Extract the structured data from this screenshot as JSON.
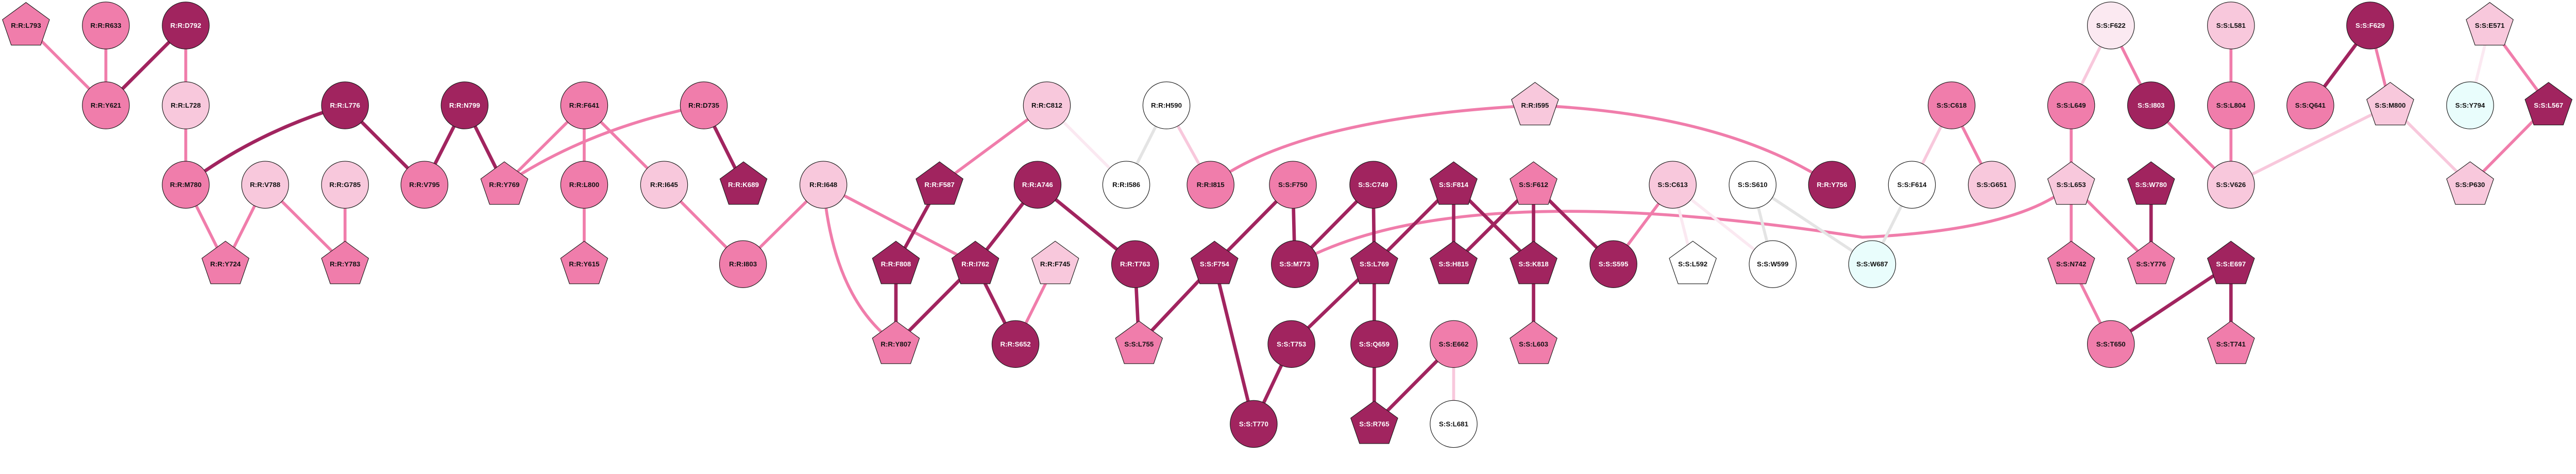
{
  "colors": {
    "dark": "#a1245f",
    "medium": "#f07dab",
    "light": "#f8c8dc",
    "vlight": "#fbe9f1",
    "white": "#ffffff",
    "cyan": "#e9fdfc",
    "grey": "#e4e4e4",
    "text_dark": "#111111",
    "text_light": "#ffffff"
  },
  "nodes": [
    {
      "id": "R:R:L793",
      "shape": "pentagon",
      "shade": "medium"
    },
    {
      "id": "R:R:R633",
      "shape": "circle",
      "shade": "medium"
    },
    {
      "id": "R:R:D792",
      "shape": "circle",
      "shade": "dark"
    },
    {
      "id": "R:R:Y621",
      "shape": "circle",
      "shade": "medium"
    },
    {
      "id": "R:R:L728",
      "shape": "circle",
      "shade": "light"
    },
    {
      "id": "R:R:L776",
      "shape": "circle",
      "shade": "dark"
    },
    {
      "id": "R:R:M780",
      "shape": "circle",
      "shade": "medium"
    },
    {
      "id": "R:R:V788",
      "shape": "circle",
      "shade": "light"
    },
    {
      "id": "R:R:G785",
      "shape": "circle",
      "shade": "light"
    },
    {
      "id": "R:R:V795",
      "shape": "circle",
      "shade": "medium"
    },
    {
      "id": "R:R:Y724",
      "shape": "pentagon",
      "shade": "medium"
    },
    {
      "id": "R:R:Y783",
      "shape": "pentagon",
      "shade": "medium"
    },
    {
      "id": "R:R:N799",
      "shape": "circle",
      "shade": "dark"
    },
    {
      "id": "R:R:Y769",
      "shape": "pentagon",
      "shade": "medium"
    },
    {
      "id": "R:R:F641",
      "shape": "circle",
      "shade": "medium"
    },
    {
      "id": "R:R:L800",
      "shape": "circle",
      "shade": "medium"
    },
    {
      "id": "R:R:Y615",
      "shape": "pentagon",
      "shade": "medium"
    },
    {
      "id": "R:R:D735",
      "shape": "circle",
      "shade": "medium"
    },
    {
      "id": "R:R:I645",
      "shape": "circle",
      "shade": "light"
    },
    {
      "id": "R:R:K689",
      "shape": "pentagon",
      "shade": "dark"
    },
    {
      "id": "R:R:I648",
      "shape": "circle",
      "shade": "light"
    },
    {
      "id": "R:R:I803",
      "shape": "circle",
      "shade": "medium"
    },
    {
      "id": "R:R:C812",
      "shape": "circle",
      "shade": "light"
    },
    {
      "id": "R:R:H590",
      "shape": "circle",
      "shade": "white"
    },
    {
      "id": "R:R:F587",
      "shape": "pentagon",
      "shade": "dark"
    },
    {
      "id": "R:R:A746",
      "shape": "circle",
      "shade": "dark"
    },
    {
      "id": "R:R:I586",
      "shape": "circle",
      "shade": "white"
    },
    {
      "id": "R:R:I815",
      "shape": "circle",
      "shade": "medium"
    },
    {
      "id": "S:S:F750",
      "shape": "circle",
      "shade": "medium"
    },
    {
      "id": "R:R:F808",
      "shape": "pentagon",
      "shade": "dark"
    },
    {
      "id": "R:R:I762",
      "shape": "pentagon",
      "shade": "dark"
    },
    {
      "id": "R:R:F745",
      "shape": "pentagon",
      "shade": "light"
    },
    {
      "id": "R:R:T763",
      "shape": "circle",
      "shade": "dark"
    },
    {
      "id": "S:S:F754",
      "shape": "pentagon",
      "shade": "dark"
    },
    {
      "id": "S:S:M773",
      "shape": "circle",
      "shade": "dark"
    },
    {
      "id": "R:R:Y807",
      "shape": "pentagon",
      "shade": "medium"
    },
    {
      "id": "R:R:S652",
      "shape": "circle",
      "shade": "dark"
    },
    {
      "id": "S:S:L755",
      "shape": "pentagon",
      "shade": "medium"
    },
    {
      "id": "S:S:T753",
      "shape": "circle",
      "shade": "dark"
    },
    {
      "id": "S:S:T770",
      "shape": "circle",
      "shade": "dark"
    },
    {
      "id": "R:R:I595",
      "shape": "pentagon",
      "shade": "light"
    },
    {
      "id": "S:S:C749",
      "shape": "circle",
      "shade": "dark"
    },
    {
      "id": "S:S:F814",
      "shape": "pentagon",
      "shade": "dark"
    },
    {
      "id": "S:S:F612",
      "shape": "pentagon",
      "shade": "medium"
    },
    {
      "id": "S:S:C613",
      "shape": "circle",
      "shade": "light"
    },
    {
      "id": "S:S:S610",
      "shape": "circle",
      "shade": "white"
    },
    {
      "id": "S:S:L769",
      "shape": "pentagon",
      "shade": "dark"
    },
    {
      "id": "S:S:H815",
      "shape": "pentagon",
      "shade": "dark"
    },
    {
      "id": "S:S:K818",
      "shape": "pentagon",
      "shade": "dark"
    },
    {
      "id": "S:S:S595",
      "shape": "circle",
      "shade": "dark"
    },
    {
      "id": "S:S:L592",
      "shape": "pentagon",
      "shade": "white"
    },
    {
      "id": "S:S:W599",
      "shape": "circle",
      "shade": "white"
    },
    {
      "id": "S:S:Q659",
      "shape": "circle",
      "shade": "dark"
    },
    {
      "id": "S:S:E662",
      "shape": "circle",
      "shade": "medium"
    },
    {
      "id": "S:S:L603",
      "shape": "pentagon",
      "shade": "medium"
    },
    {
      "id": "S:S:R765",
      "shape": "pentagon",
      "shade": "dark"
    },
    {
      "id": "S:S:L681",
      "shape": "circle",
      "shade": "white"
    },
    {
      "id": "R:R:Y756",
      "shape": "circle",
      "shade": "dark"
    },
    {
      "id": "S:S:F614",
      "shape": "circle",
      "shade": "white"
    },
    {
      "id": "S:S:C618",
      "shape": "circle",
      "shade": "medium"
    },
    {
      "id": "S:S:G651",
      "shape": "circle",
      "shade": "light"
    },
    {
      "id": "S:S:W687",
      "shape": "circle",
      "shade": "cyan"
    },
    {
      "id": "S:S:F622",
      "shape": "circle",
      "shade": "vlight"
    },
    {
      "id": "S:S:L649",
      "shape": "circle",
      "shade": "medium"
    },
    {
      "id": "S:S:I803",
      "shape": "circle",
      "shade": "dark"
    },
    {
      "id": "S:S:L653",
      "shape": "pentagon",
      "shade": "light"
    },
    {
      "id": "S:S:W780",
      "shape": "pentagon",
      "shade": "dark"
    },
    {
      "id": "S:S:N742",
      "shape": "pentagon",
      "shade": "medium"
    },
    {
      "id": "S:S:Y776",
      "shape": "pentagon",
      "shade": "medium"
    },
    {
      "id": "S:S:T650",
      "shape": "circle",
      "shade": "medium"
    },
    {
      "id": "S:S:L581",
      "shape": "circle",
      "shade": "light"
    },
    {
      "id": "S:S:L804",
      "shape": "circle",
      "shade": "medium"
    },
    {
      "id": "S:S:V626",
      "shape": "circle",
      "shade": "light"
    },
    {
      "id": "S:S:F629",
      "shape": "circle",
      "shade": "dark"
    },
    {
      "id": "S:S:Q641",
      "shape": "circle",
      "shade": "medium"
    },
    {
      "id": "S:S:M800",
      "shape": "pentagon",
      "shade": "light"
    },
    {
      "id": "S:S:E571",
      "shape": "pentagon",
      "shade": "light"
    },
    {
      "id": "S:S:Y794",
      "shape": "circle",
      "shade": "cyan"
    },
    {
      "id": "S:S:L567",
      "shape": "pentagon",
      "shade": "dark"
    },
    {
      "id": "S:S:P630",
      "shape": "pentagon",
      "shade": "light"
    },
    {
      "id": "S:S:E697",
      "shape": "pentagon",
      "shade": "dark"
    },
    {
      "id": "S:S:T741",
      "shape": "pentagon",
      "shade": "medium"
    }
  ],
  "edges": [
    {
      "source": "R:R:L793",
      "target": "R:R:Y621",
      "shade": "medium"
    },
    {
      "source": "R:R:R633",
      "target": "R:R:Y621",
      "shade": "medium"
    },
    {
      "source": "R:R:D792",
      "target": "R:R:Y621",
      "shade": "dark"
    },
    {
      "source": "R:R:D792",
      "target": "R:R:L728",
      "shade": "medium"
    },
    {
      "source": "R:R:L728",
      "target": "R:R:M780",
      "shade": "medium"
    },
    {
      "source": "R:R:L776",
      "target": "R:R:M780",
      "shade": "dark"
    },
    {
      "source": "R:R:L776",
      "target": "R:R:V795",
      "shade": "dark"
    },
    {
      "source": "R:R:M780",
      "target": "R:R:Y724",
      "shade": "medium"
    },
    {
      "source": "R:R:V788",
      "target": "R:R:Y724",
      "shade": "medium"
    },
    {
      "source": "R:R:V788",
      "target": "R:R:Y783",
      "shade": "medium"
    },
    {
      "source": "R:R:G785",
      "target": "R:R:Y783",
      "shade": "medium"
    },
    {
      "source": "R:R:N799",
      "target": "R:R:V795",
      "shade": "dark"
    },
    {
      "source": "R:R:N799",
      "target": "R:R:Y769",
      "shade": "dark"
    },
    {
      "source": "R:R:F641",
      "target": "R:R:Y769",
      "shade": "medium"
    },
    {
      "source": "R:R:D735",
      "target": "R:R:Y769",
      "shade": "medium"
    },
    {
      "source": "R:R:F641",
      "target": "R:R:L800",
      "shade": "medium"
    },
    {
      "source": "R:R:F641",
      "target": "R:R:I645",
      "shade": "medium"
    },
    {
      "source": "R:R:D735",
      "target": "R:R:K689",
      "shade": "dark"
    },
    {
      "source": "R:R:L800",
      "target": "R:R:Y615",
      "shade": "medium"
    },
    {
      "source": "R:R:I645",
      "target": "R:R:I803",
      "shade": "medium"
    },
    {
      "source": "R:R:I648",
      "target": "R:R:I803",
      "shade": "medium"
    },
    {
      "source": "R:R:I648",
      "target": "R:R:Y807",
      "shade": "medium"
    },
    {
      "source": "R:R:I648",
      "target": "R:R:I762",
      "shade": "medium"
    },
    {
      "source": "R:R:C812",
      "target": "R:R:F587",
      "shade": "medium"
    },
    {
      "source": "R:R:C812",
      "target": "R:R:I586",
      "shade": "vlight"
    },
    {
      "source": "R:R:H590",
      "target": "R:R:I586",
      "shade": "grey"
    },
    {
      "source": "R:R:H590",
      "target": "R:R:I815",
      "shade": "light"
    },
    {
      "source": "R:R:I815",
      "target": "R:R:I595",
      "shade": "medium"
    },
    {
      "source": "R:R:F587",
      "target": "R:R:F808",
      "shade": "dark"
    },
    {
      "source": "R:R:A746",
      "target": "R:R:I762",
      "shade": "dark"
    },
    {
      "source": "R:R:A746",
      "target": "R:R:T763",
      "shade": "dark"
    },
    {
      "source": "R:R:F808",
      "target": "R:R:Y807",
      "shade": "dark"
    },
    {
      "source": "R:R:I762",
      "target": "R:R:Y807",
      "shade": "dark"
    },
    {
      "source": "R:R:I762",
      "target": "R:R:S652",
      "shade": "dark"
    },
    {
      "source": "R:R:F745",
      "target": "R:R:S652",
      "shade": "medium"
    },
    {
      "source": "R:R:T763",
      "target": "S:S:L755",
      "shade": "dark"
    },
    {
      "source": "S:S:F754",
      "target": "S:S:L755",
      "shade": "dark"
    },
    {
      "source": "S:S:F750",
      "target": "S:S:F754",
      "shade": "dark"
    },
    {
      "source": "S:S:F750",
      "target": "S:S:M773",
      "shade": "dark"
    },
    {
      "source": "S:S:F754",
      "target": "S:S:T770",
      "shade": "dark"
    },
    {
      "source": "S:S:T753",
      "target": "S:S:T770",
      "shade": "dark"
    },
    {
      "source": "S:S:T753",
      "target": "S:S:L769",
      "shade": "dark"
    },
    {
      "source": "S:S:C749",
      "target": "S:S:M773",
      "shade": "dark"
    },
    {
      "source": "S:S:M773",
      "target": "S:S:L653",
      "shade": "medium"
    },
    {
      "source": "R:R:I595",
      "target": "R:R:Y756",
      "shade": "medium"
    },
    {
      "source": "S:S:C749",
      "target": "S:S:L769",
      "shade": "dark"
    },
    {
      "source": "S:S:F814",
      "target": "S:S:L769",
      "shade": "dark"
    },
    {
      "source": "S:S:F814",
      "target": "S:S:H815",
      "shade": "dark"
    },
    {
      "source": "S:S:F814",
      "target": "S:S:K818",
      "shade": "dark"
    },
    {
      "source": "S:S:F612",
      "target": "S:S:H815",
      "shade": "dark"
    },
    {
      "source": "S:S:F612",
      "target": "S:S:K818",
      "shade": "dark"
    },
    {
      "source": "S:S:F612",
      "target": "S:S:S595",
      "shade": "dark"
    },
    {
      "source": "S:S:C613",
      "target": "S:S:S595",
      "shade": "medium"
    },
    {
      "source": "S:S:C613",
      "target": "S:S:L592",
      "shade": "vlight"
    },
    {
      "source": "S:S:C613",
      "target": "S:S:W599",
      "shade": "vlight"
    },
    {
      "source": "S:S:S610",
      "target": "S:S:W599",
      "shade": "grey"
    },
    {
      "source": "S:S:S610",
      "target": "S:S:W687",
      "shade": "grey"
    },
    {
      "source": "S:S:L769",
      "target": "S:S:Q659",
      "shade": "dark"
    },
    {
      "source": "S:S:Q659",
      "target": "S:S:R765",
      "shade": "dark"
    },
    {
      "source": "S:S:E662",
      "target": "S:S:R765",
      "shade": "dark"
    },
    {
      "source": "S:S:E662",
      "target": "S:S:L681",
      "shade": "light"
    },
    {
      "source": "S:S:K818",
      "target": "S:S:L603",
      "shade": "dark"
    },
    {
      "source": "S:S:F614",
      "target": "S:S:W687",
      "shade": "grey"
    },
    {
      "source": "S:S:C618",
      "target": "S:S:F614",
      "shade": "light"
    },
    {
      "source": "S:S:C618",
      "target": "S:S:G651",
      "shade": "medium"
    },
    {
      "source": "S:S:F622",
      "target": "S:S:L649",
      "shade": "light"
    },
    {
      "source": "S:S:F622",
      "target": "S:S:I803",
      "shade": "medium"
    },
    {
      "source": "S:S:L649",
      "target": "S:S:L653",
      "shade": "medium"
    },
    {
      "source": "S:S:L653",
      "target": "S:S:N742",
      "shade": "medium"
    },
    {
      "source": "S:S:L653",
      "target": "S:S:Y776",
      "shade": "medium"
    },
    {
      "source": "S:S:W780",
      "target": "S:S:Y776",
      "shade": "dark"
    },
    {
      "source": "S:S:N742",
      "target": "S:S:T650",
      "shade": "medium"
    },
    {
      "source": "S:S:T650",
      "target": "S:S:E697",
      "shade": "dark"
    },
    {
      "source": "S:S:I803",
      "target": "S:S:V626",
      "shade": "medium"
    },
    {
      "source": "S:S:L581",
      "target": "S:S:L804",
      "shade": "medium"
    },
    {
      "source": "S:S:L804",
      "target": "S:S:V626",
      "shade": "medium"
    },
    {
      "source": "S:S:F629",
      "target": "S:S:Q641",
      "shade": "dark"
    },
    {
      "source": "S:S:F629",
      "target": "S:S:M800",
      "shade": "medium"
    },
    {
      "source": "S:S:M800",
      "target": "S:S:V626",
      "shade": "light"
    },
    {
      "source": "S:S:M800",
      "target": "S:S:P630",
      "shade": "light"
    },
    {
      "source": "S:S:E571",
      "target": "S:S:Y794",
      "shade": "vlight"
    },
    {
      "source": "S:S:E571",
      "target": "S:S:L567",
      "shade": "medium"
    },
    {
      "source": "S:S:L567",
      "target": "S:S:P630",
      "shade": "medium"
    },
    {
      "source": "S:S:E697",
      "target": "S:S:T741",
      "shade": "dark"
    }
  ]
}
